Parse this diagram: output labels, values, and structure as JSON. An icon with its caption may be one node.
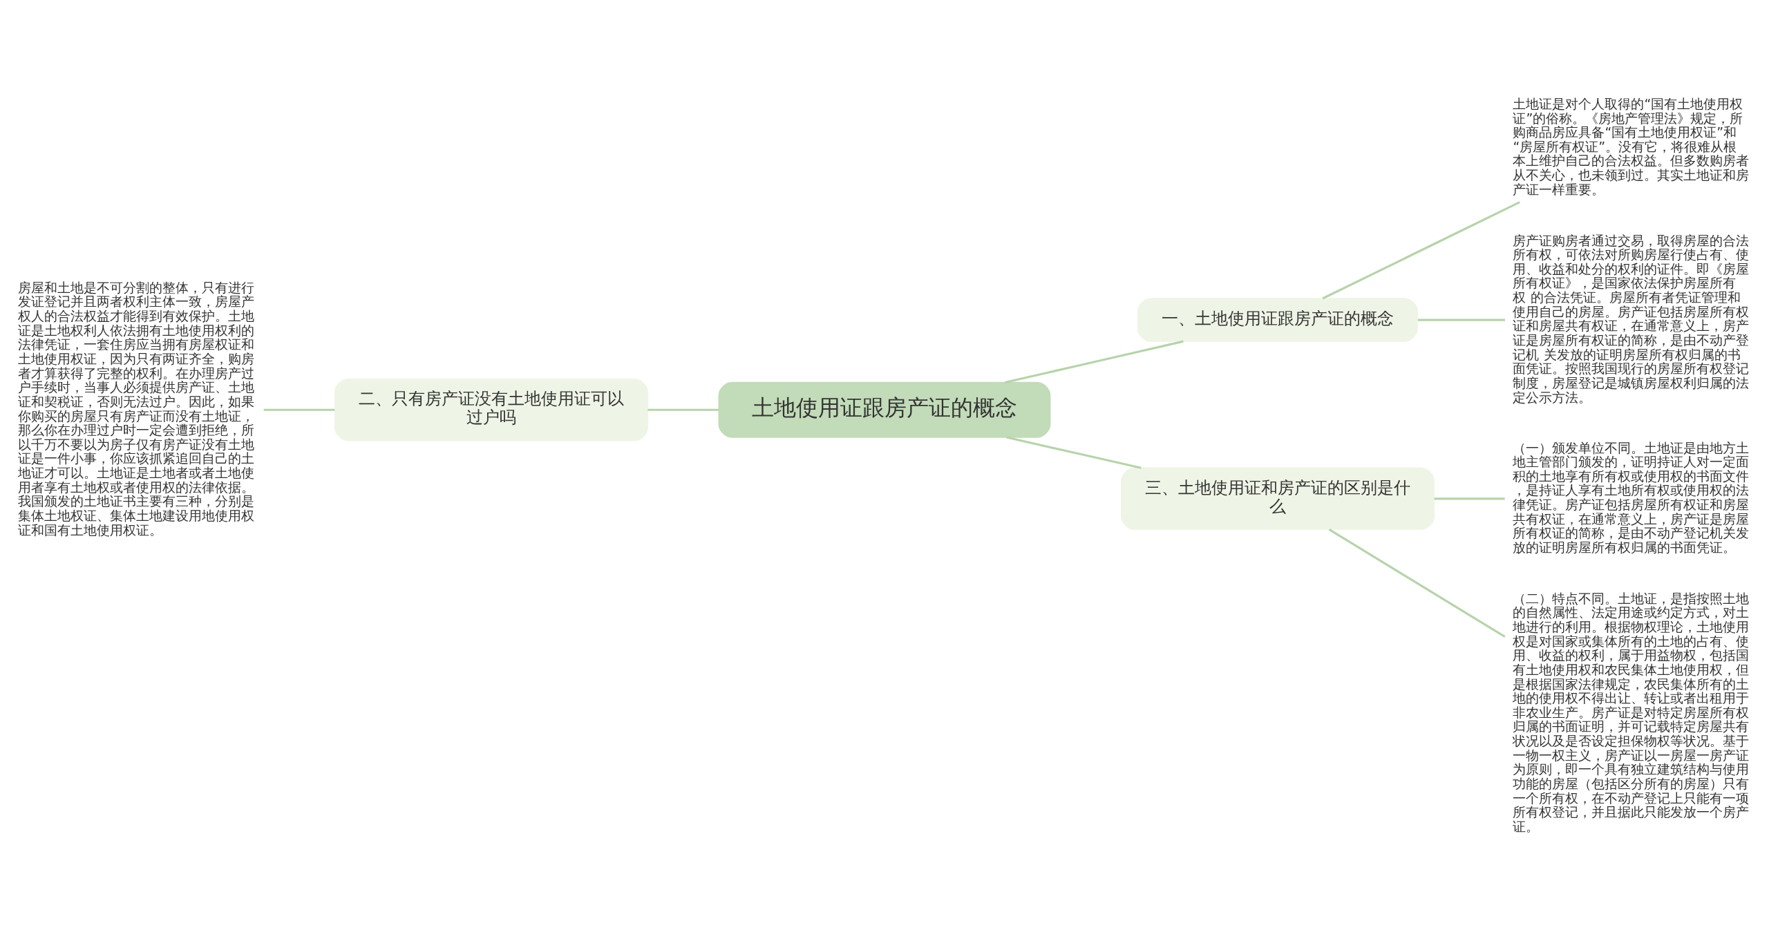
{
  "diagram": {
    "nodes": [
      {
        "text": [
          "土地使用证跟房产证的概念"
        ]
      },
      {
        "text": [
          "一、土地使用证跟房产证的概念"
        ]
      },
      {
        "text": [
          "土地证是对个人取得的“国有土地使用权证”的俗称。《房地产管理法》规定，所购商品房应具备“国有土地使用权证”和“房屋所有权证”。没有它，将很难从根本上维护自己的合法权益。但多数购房者从不关心，也未领到过。其实土地证和房产证一样重要。"
        ]
      },
      {
        "text": [
          "房产证购房者通过交易，取得房屋的合法所有权，可依法对所购房屋行使占有、使用、收益和处分的权利的证件。即《房屋所有权证》，是国家依法保护房屋所有权 的合法凭证。房屋所有者凭证管理和使用自己的房屋。房产证包括房屋所有权证和房屋共有权证，在通常意义上，房产证是房屋所有权证的简称，是由不动产登记机 关发放的证明房屋所有权归属的书面凭证。按照我国现行的房屋所有权登记制度，房屋登记是城镇房屋权利归属的法定公示方法。"
        ]
      },
      {
        "text": [
          "二、只有房产证没有土地使用证可以过户吗"
        ]
      },
      {
        "text": [
          "房屋和土地是不可分割的整体，只有进行发证登记并且两者权利主体一致，房屋产权人的合法权益才能得到有效保护。土地证是土地权利人依法拥有土地使用权利的法律凭证，一套住房应当拥有房屋权证和土地使用权证，因为只有两证齐全，购房者才算获得了完整的权利。在办理房产过户手续时，当事人必须提供房产证、土地证和契税证，否则无法过户。因此，如果你购买的房屋只有房产证而没有土地证，那么你在办理过户时一定会遭到拒绝，所以千万不要以为房子仅有房产证没有土地证是一件小事，你应该抓紧追回自己的土地证才可以。土地证是土地者或者土地使用者享有土地权或者使用权的法律依据。我国颁发的土地证书主要有三种，分别是集体土地权证、集体土地建设用地使用权证和国有土地使用权证。"
        ]
      },
      {
        "text": [
          "三、土地使用证和房产证的区别是什么"
        ]
      },
      {
        "text": [
          "（一）颁发单位不同。土地证是由地方土地主管部门颁发的，证明持证人对一定面积的土地享有所有权或使用权的书面文件，是持证人享有土地所有权或使用权的法律凭证。房产证包括房屋所有权证和房屋共有权证，在通常意义上，房产证是房屋所有权证的简称，是由不动产登记机关发放的证明房屋所有权归属的书面凭证。"
        ]
      },
      {
        "text": [
          "（二）特点不同。土地证，是指按照土地的自然属性、法定用途或约定方式，对土地进行的利用。根据物权理论，土地使用权是对国家或集体所有的土地的占有、使用、收益的权利，属于用益物权，包括国有土地使用权和农民集体土地使用权，但是根据国家法律规定，农民集体所有的土地的使用权不得出让、转让或者出租用于非农业生产。房产证是对特定房屋所有权归属的书面证明，并可记载特定房屋共有状况以及是否设定担保物权等状况。基于一物一权主义，房产证以一房屋一房产证为原则，即一个具有独立建筑结构与使用功能的房屋（包括区分所有的房屋）只有一个所有权，在不动产登记上只能有一项所有权登记，并且据此只能发放一个房产证。"
        ]
      }
    ],
    "edges": [
      {
        "from": 0,
        "to": 1,
        "arrow": "none"
      },
      {
        "from": 1,
        "to": 2,
        "arrow": "none"
      },
      {
        "from": 1,
        "to": 3,
        "arrow": "none"
      },
      {
        "from": 0,
        "to": 4,
        "arrow": "none"
      },
      {
        "from": 4,
        "to": 5,
        "arrow": "none"
      },
      {
        "from": 0,
        "to": 6,
        "arrow": "none"
      },
      {
        "from": 6,
        "to": 7,
        "arrow": "none"
      },
      {
        "from": 6,
        "to": 8,
        "arrow": "none"
      }
    ]
  }
}
